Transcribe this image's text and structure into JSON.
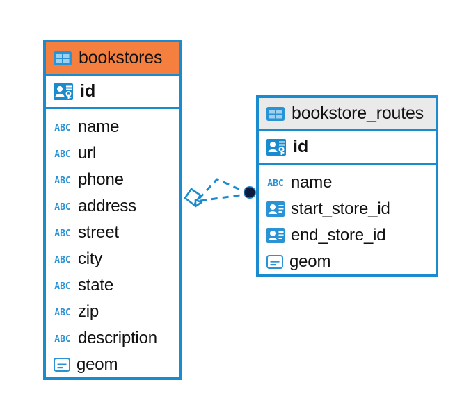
{
  "diagram": {
    "type": "entity-relationship-diagram",
    "background_color": "#ffffff",
    "accent_color": "#1a8bce",
    "highlight_color": "#f57f3f",
    "header_gray": "#eaeaea"
  },
  "entities": [
    {
      "name": "bookstores",
      "header_style": "orange",
      "table_icon": "table-icon",
      "primary_key": {
        "label": "id",
        "icon": "primary-key-icon"
      },
      "fields": [
        {
          "label": "name",
          "icon": "text-type-icon"
        },
        {
          "label": "url",
          "icon": "text-type-icon"
        },
        {
          "label": "phone",
          "icon": "text-type-icon"
        },
        {
          "label": "address",
          "icon": "text-type-icon"
        },
        {
          "label": "street",
          "icon": "text-type-icon"
        },
        {
          "label": "city",
          "icon": "text-type-icon"
        },
        {
          "label": "state",
          "icon": "text-type-icon"
        },
        {
          "label": "zip",
          "icon": "text-type-icon"
        },
        {
          "label": "description",
          "icon": "text-type-icon"
        },
        {
          "label": "geom",
          "icon": "geometry-type-icon"
        }
      ]
    },
    {
      "name": "bookstore_routes",
      "header_style": "gray",
      "table_icon": "table-icon",
      "primary_key": {
        "label": "id",
        "icon": "primary-key-icon"
      },
      "fields": [
        {
          "label": "name",
          "icon": "text-type-icon"
        },
        {
          "label": "start_store_id",
          "icon": "foreign-key-icon"
        },
        {
          "label": "end_store_id",
          "icon": "foreign-key-icon"
        },
        {
          "label": "geom",
          "icon": "geometry-type-icon"
        }
      ]
    }
  ],
  "relationship": {
    "style": "dashed",
    "color": "#1a8bce",
    "source_marker": "diamond-marker",
    "target_marker": "filled-circle-marker",
    "target_marker_color": "#0d1b3e",
    "line_count": 2
  }
}
